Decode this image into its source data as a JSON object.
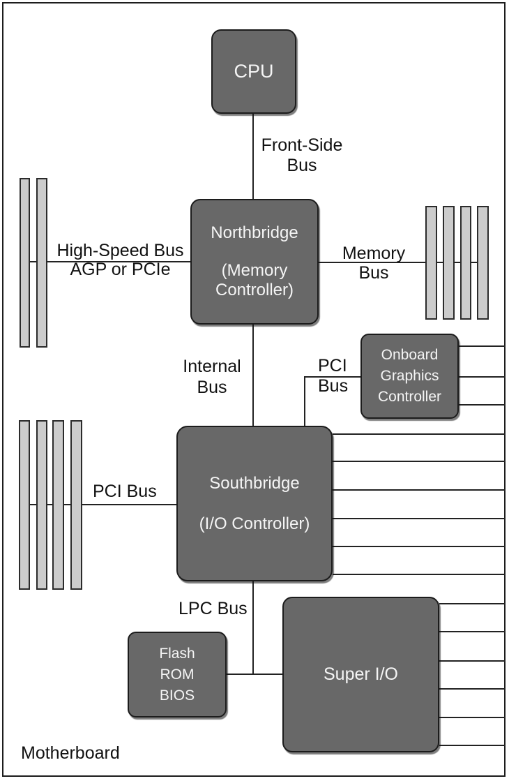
{
  "diagram": {
    "caption": "Motherboard",
    "colors": {
      "box_fill": "#686868",
      "box_border": "#1c1c1c",
      "box_text": "#f5f5f5",
      "slot_fill": "#cccccc",
      "slot_border": "#2b2b2b",
      "line": "#222222",
      "label_text": "#111111",
      "bg": "#ffffff"
    },
    "nodes": {
      "cpu": {
        "title": "CPU"
      },
      "northbridge": {
        "title": "Northbridge",
        "subtitle": "(Memory Controller)"
      },
      "onboard_graphics": {
        "title": "Onboard Graphics Controller"
      },
      "southbridge": {
        "title": "Southbridge",
        "subtitle": "(I/O Controller)"
      },
      "flash_rom_bios": {
        "title": "Flash ROM BIOS"
      },
      "super_io": {
        "title": "Super I/O"
      }
    },
    "bus_labels": {
      "front_side_bus": "Front-Side Bus",
      "high_speed_bus_line1": "High-Speed Bus",
      "high_speed_bus_line2": "AGP or PCIe",
      "memory_bus": "Memory Bus",
      "internal_bus": "Internal Bus",
      "pci_bus_right": "PCI Bus",
      "pci_bus_left": "PCI Bus",
      "lpc_bus": "LPC Bus"
    }
  }
}
